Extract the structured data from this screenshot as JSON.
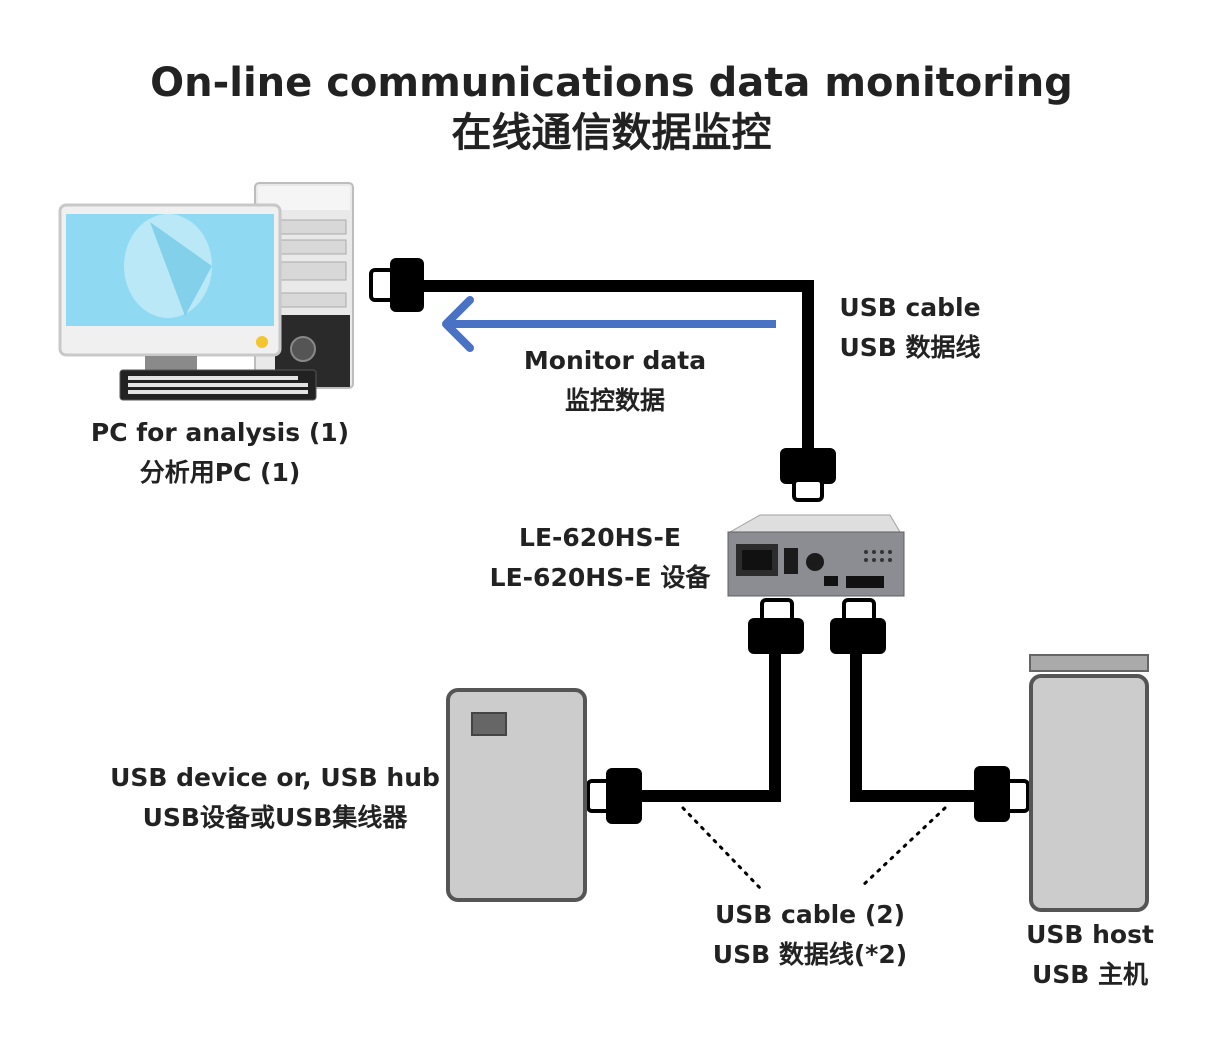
{
  "title": {
    "en": "On-line communications data monitoring",
    "zh": "在线通信数据监控"
  },
  "labels": {
    "usb_cable_top": {
      "en": "USB cable",
      "zh": "USB 数据线"
    },
    "monitor_data": {
      "en": "Monitor data",
      "zh": "监控数据"
    },
    "pc": {
      "en": "PC for analysis (1)",
      "zh": "分析用PC (1)"
    },
    "analyzer": {
      "en": "LE-620HS-E",
      "zh": "LE-620HS-E 设备"
    },
    "usb_device": {
      "en": "USB device or, USB hub",
      "zh": "USB设备或USB集线器"
    },
    "usb_cable_bottom": {
      "en": "USB cable (2)",
      "zh": "USB 数据线(*2)"
    },
    "usb_host": {
      "en": "USB host",
      "zh": "USB 主机"
    }
  },
  "colors": {
    "cable": "#000000",
    "arrow": "#4a72c4",
    "device_fill": "#cccccc",
    "device_stroke": "#555555",
    "screen": "#8fd9f2"
  },
  "icons": [
    "pc-icon",
    "analyzer-device-icon",
    "usb-device-box",
    "usb-host-box",
    "usb-connector",
    "monitor-arrow"
  ]
}
